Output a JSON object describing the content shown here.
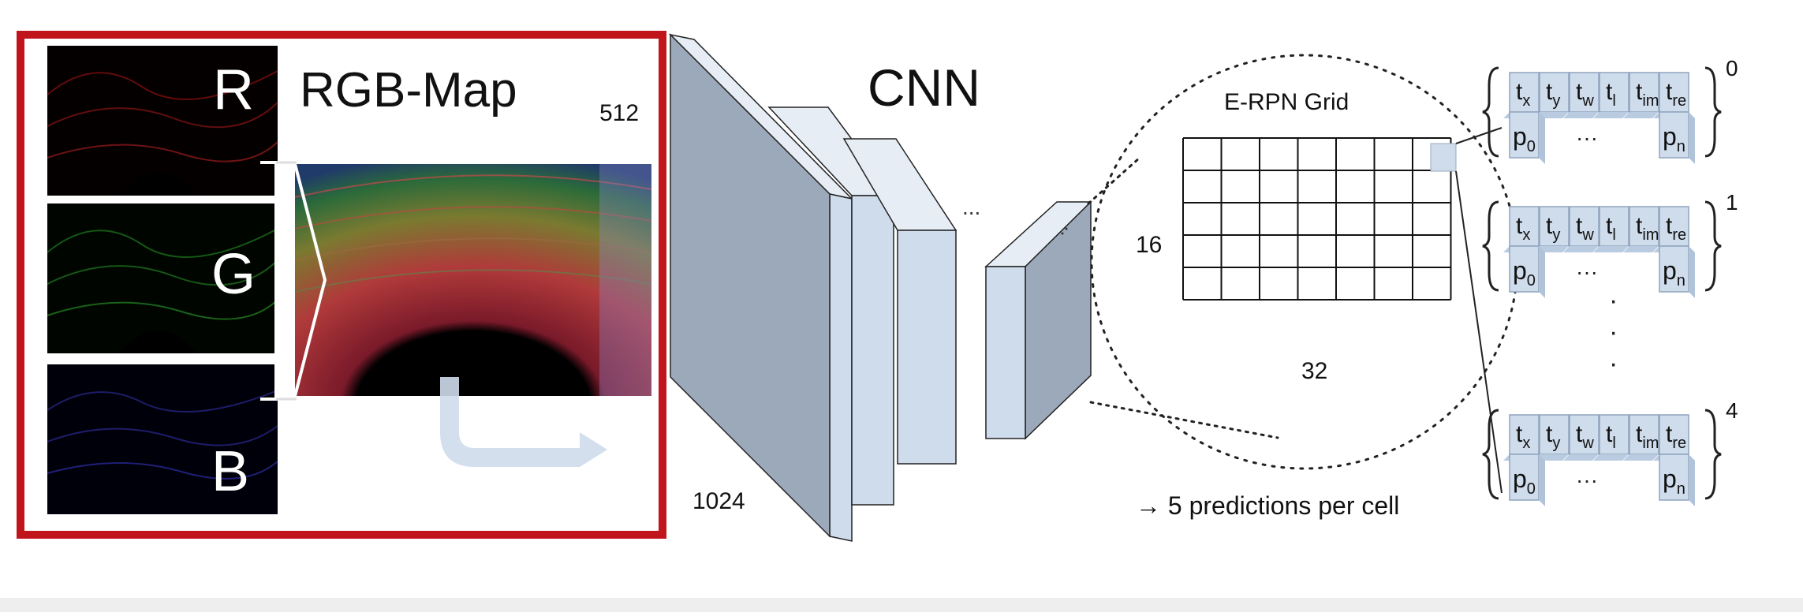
{
  "left_panel": {
    "channels": [
      {
        "letter": "R",
        "color": "#cc1a1a"
      },
      {
        "letter": "G",
        "color": "#22a022"
      },
      {
        "letter": "B",
        "color": "#2233dd"
      }
    ],
    "title": "RGB-Map",
    "size_label": "512",
    "width_label": "1024",
    "frame_color": "#c0151b"
  },
  "cnn": {
    "title": "CNN",
    "ellipsis": "...",
    "layer_color": "#cfdcec"
  },
  "grid": {
    "title": "E-RPN Grid",
    "rows_label": "16",
    "cols_label": "32"
  },
  "predictions": {
    "params_top": [
      "t",
      "t",
      "t",
      "t",
      "t",
      "t"
    ],
    "params_sub": [
      "x",
      "y",
      "w",
      "l",
      "im",
      "re"
    ],
    "p_first": "p",
    "p_first_sub": "0",
    "p_mid": "···",
    "p_last": "p",
    "p_last_sub": "n",
    "indices": [
      "0",
      "1",
      "4"
    ],
    "caption": "→ 5 predictions per cell",
    "vdots": "·"
  }
}
